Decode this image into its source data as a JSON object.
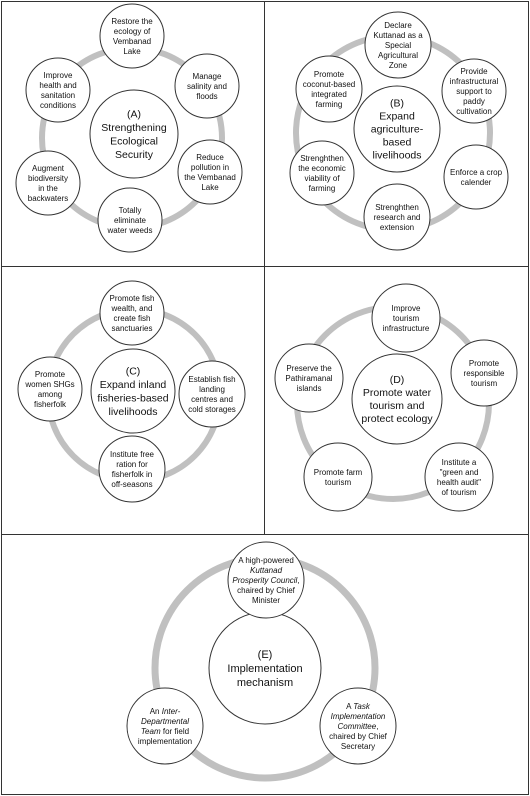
{
  "panels": [
    {
      "id": "A",
      "center_lines": [
        "(A)",
        "Strengthening",
        "Ecological",
        "Security"
      ],
      "nodes": [
        {
          "lines": [
            "Restore the",
            "ecology of",
            "Vembanad",
            "Lake"
          ]
        },
        {
          "lines": [
            "Manage",
            "salinity and",
            "floods"
          ]
        },
        {
          "lines": [
            "Reduce",
            "pollution in",
            "the Vembanad",
            "Lake"
          ]
        },
        {
          "lines": [
            "Totally",
            "eliminate",
            "water weeds"
          ]
        },
        {
          "lines": [
            "Augment",
            "biodiversity",
            "in the",
            "backwaters"
          ]
        },
        {
          "lines": [
            "Improve",
            "health and",
            "sanitation",
            "conditions"
          ]
        }
      ]
    },
    {
      "id": "B",
      "center_lines": [
        "(B)",
        "Expand",
        "agriculture-",
        "based",
        "livelihoods"
      ],
      "nodes": [
        {
          "lines": [
            "Declare",
            "Kuttanad as a",
            "Special",
            "Agricultural",
            "Zone"
          ]
        },
        {
          "lines": [
            "Provide",
            "infrastructural",
            "support to",
            "paddy",
            "cultivation"
          ]
        },
        {
          "lines": [
            "Enforce a crop",
            "calender"
          ]
        },
        {
          "lines": [
            "Strenghthen",
            "research and",
            "extension"
          ]
        },
        {
          "lines": [
            "Strenghthen",
            "the economic",
            "viability of",
            "farming"
          ]
        },
        {
          "lines": [
            "Promote",
            "coconut-based",
            "integrated",
            "farming"
          ]
        }
      ]
    },
    {
      "id": "C",
      "center_lines": [
        "(C)",
        "Expand inland",
        "fisheries-based",
        "livelihoods"
      ],
      "nodes": [
        {
          "lines": [
            "Promote fish",
            "wealth, and",
            "create fish",
            "sanctuaries"
          ]
        },
        {
          "lines": [
            "Establish fish",
            "landing",
            "centres and",
            "cold storages"
          ]
        },
        {
          "lines": [
            "Institute free",
            "ration for",
            "fisherfolk in",
            "off-seasons"
          ]
        },
        {
          "lines": [
            "Promote",
            "women SHGs",
            "among",
            "fisherfolk"
          ]
        }
      ]
    },
    {
      "id": "D",
      "center_lines": [
        "(D)",
        "Promote water",
        "tourism and",
        "protect ecology"
      ],
      "nodes": [
        {
          "lines": [
            "Improve",
            "tourism",
            "infrastructure"
          ]
        },
        {
          "lines": [
            "Promote",
            "responsible",
            "tourism"
          ]
        },
        {
          "lines": [
            "Institute a",
            "\"green and",
            "health audit\"",
            "of tourism"
          ]
        },
        {
          "lines": [
            "Promote farm",
            "tourism"
          ]
        },
        {
          "lines": [
            "Preserve the",
            "Pathiramanal",
            "islands"
          ]
        }
      ]
    },
    {
      "id": "E",
      "center_lines": [
        "(E)",
        "Implementation",
        "mechanism"
      ],
      "nodes": [
        {
          "lines": [
            [
              [
                "A high-powered",
                false
              ]
            ],
            [
              [
                "Kuttanad",
                true
              ]
            ],
            [
              [
                "Prosperity Council",
                true
              ],
              [
                ",",
                false
              ]
            ],
            [
              [
                "chaired by Chief",
                false
              ]
            ],
            [
              [
                "Minister",
                false
              ]
            ]
          ]
        },
        {
          "lines": [
            [
              [
                "A ",
                false
              ],
              [
                "Task",
                true
              ]
            ],
            [
              [
                "Implementation",
                true
              ]
            ],
            [
              [
                "Committee",
                true
              ],
              [
                ",",
                false
              ]
            ],
            [
              [
                "chaired by Chief",
                false
              ]
            ],
            [
              [
                "Secretary",
                false
              ]
            ]
          ]
        },
        {
          "lines": [
            [
              [
                "An ",
                false
              ],
              [
                "Inter-",
                true
              ]
            ],
            [
              [
                "Departmental",
                true
              ]
            ],
            [
              [
                "Team",
                true
              ],
              [
                " for field",
                false
              ]
            ],
            [
              [
                "implementation",
                false
              ]
            ]
          ]
        }
      ]
    }
  ],
  "colors": {
    "ring": "#c0c0c0",
    "border": "#333333",
    "text": "#111111"
  }
}
